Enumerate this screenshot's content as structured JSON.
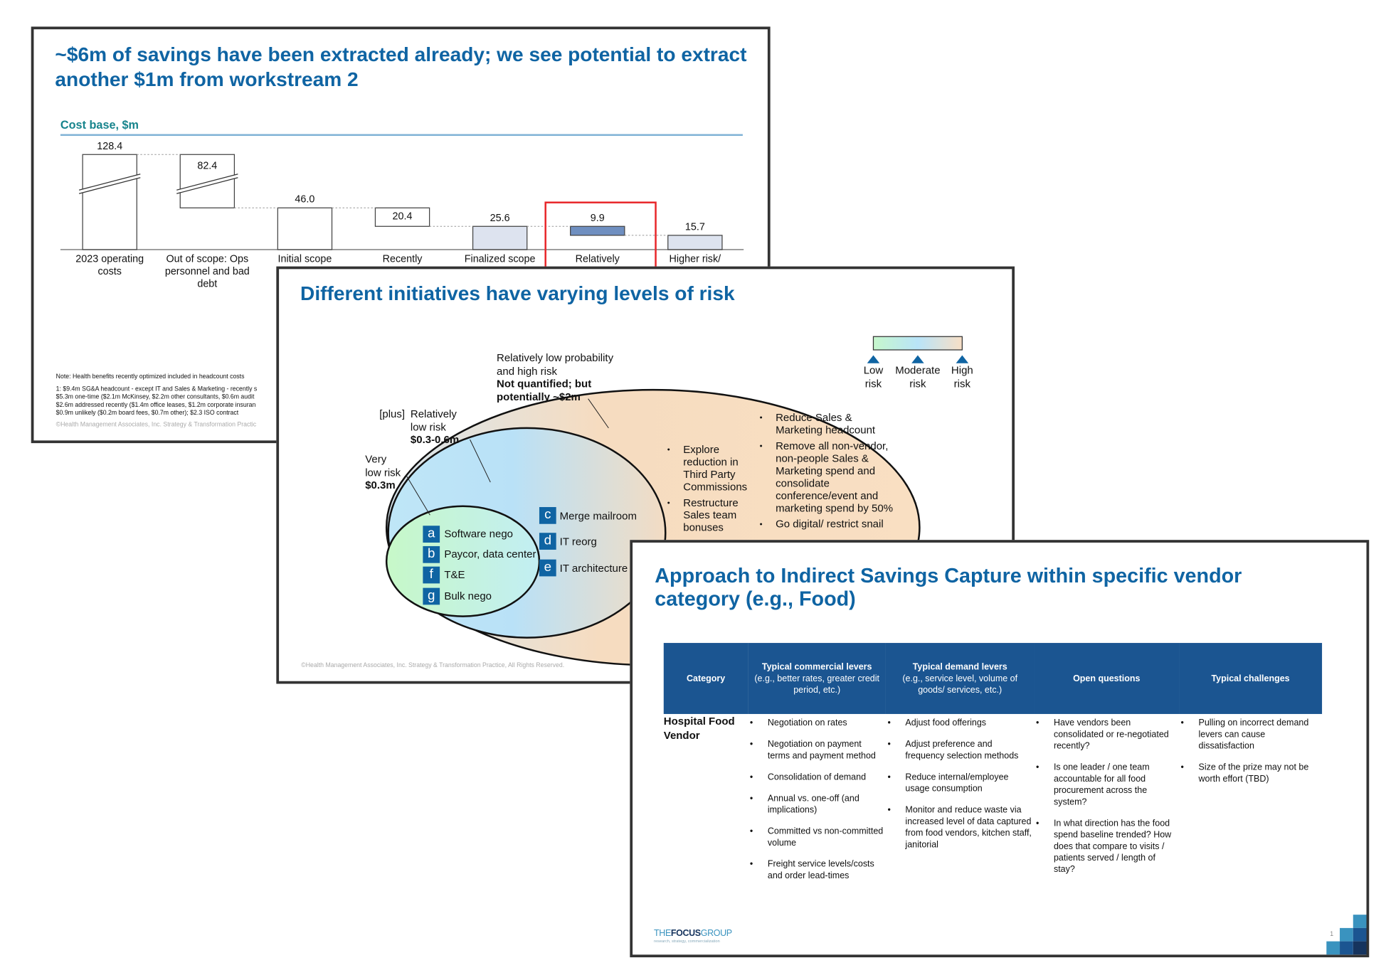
{
  "slide1": {
    "title": "~$6m of savings have been extracted already; we see potential to extract another $1m from workstream 2",
    "chart_header": "Cost base, $m",
    "note": "Note: Health benefits recently optimized included in headcount costs",
    "footnotes": [
      "1: $9.4m SG&A headcount - except IT and Sales & Marketing - recently s",
      "$5.3m one-time ($2.1m McKinsey, $2.2m other consultants, $0.6m audit",
      "$2.6m addressed recently ($1.4m office leases, $1.2m corporate insuran",
      "$0.9m unlikely ($0.2m board fees, $0.7m other); $2.3 ISO contract"
    ],
    "copyright": "©Health Management Associates, Inc. Strategy & Transformation Practic",
    "highlight_color": "#e8262a"
  },
  "chart_data": {
    "type": "bar",
    "subtype": "waterfall",
    "title": "Cost base, $m",
    "categories": [
      "2023 operating costs",
      "Out of scope: Ops personnel and bad debt",
      "Initial scope",
      "Recently",
      "Finalized scope",
      "Relatively",
      "Higher risk/"
    ],
    "values": [
      128.4,
      82.4,
      46.0,
      20.4,
      25.6,
      9.9,
      15.7
    ],
    "kinds": [
      "total",
      "decrease",
      "total",
      "decrease",
      "total",
      "decrease",
      "total"
    ],
    "axis_break": [
      true,
      true,
      false,
      false,
      false,
      false,
      false
    ],
    "highlighted": "Relatively",
    "colors": {
      "white": "#ffffff",
      "light": "#dde3ef",
      "highlight": "#6f8fc0"
    },
    "grid": false
  },
  "slide2": {
    "title": "Different initiatives have varying levels of risk",
    "legend": {
      "low": [
        "Low",
        "risk"
      ],
      "moderate": [
        "Moderate",
        "risk"
      ],
      "high": [
        "High",
        "risk"
      ]
    },
    "outer_label": [
      "Relatively low probability",
      "and high risk",
      "Not quantified; but",
      "potentially ~$2m"
    ],
    "middle_label": {
      "prefix": "[plus]",
      "lines": [
        "Relatively",
        "low risk",
        "$0.3-0.6m"
      ]
    },
    "inner_label": [
      "Very",
      "low risk",
      "$0.3m"
    ],
    "inner_items": [
      {
        "letter": "a",
        "text": "Software nego"
      },
      {
        "letter": "b",
        "text": "Paycor, data center"
      },
      {
        "letter": "f",
        "text": "T&E"
      },
      {
        "letter": "g",
        "text": "Bulk nego"
      }
    ],
    "middle_items": [
      {
        "letter": "c",
        "text": "Merge mailroom"
      },
      {
        "letter": "d",
        "text": "IT reorg"
      },
      {
        "letter": "e",
        "text": "IT architecture"
      }
    ],
    "outer_bullets_col1": [
      "Explore reduction in Third Party Commissions",
      "Restructure Sales team bonuses"
    ],
    "outer_bullets_col2": [
      "Reduce Sales & Marketing headcount",
      "Remove all non-vendor, non-people Sales & Marketing spend and consolidate conference/event and marketing spend by 50%",
      "Go digital/ restrict snail"
    ],
    "copyright": "©Health Management Associates, Inc. Strategy & Transformation Practice, All Rights Reserved."
  },
  "slide3": {
    "title": "Approach to Indirect Savings Capture within specific vendor category (e.g., Food)",
    "headers": [
      {
        "title": "Category",
        "sub": ""
      },
      {
        "title": "Typical commercial levers",
        "sub": "(e.g., better rates, greater credit period, etc.)"
      },
      {
        "title": "Typical demand levers",
        "sub": "(e.g., service level, volume of goods/ services, etc.)"
      },
      {
        "title": "Open questions",
        "sub": ""
      },
      {
        "title": "Typical challenges",
        "sub": ""
      }
    ],
    "row": {
      "category": "Hospital Food Vendor",
      "commercial": [
        "Negotiation on rates",
        "Negotiation on payment terms and payment method",
        "Consolidation of demand",
        "Annual vs. one-off (and implications)",
        "Committed vs non-committed volume",
        "Freight service levels/costs and order lead-times"
      ],
      "demand": [
        "Adjust food offerings",
        "Adjust preference and frequency selection methods",
        "Reduce internal/employee usage consumption",
        "Monitor and reduce waste via increased level of data captured from food vendors, kitchen staff, janitorial"
      ],
      "questions": [
        "Have vendors been consolidated or re-negotiated recently?",
        "Is one leader / one team accountable for all food procurement across the system?",
        "In what direction has the food spend baseline trended? How does that compare to visits / patients served / length of stay?"
      ],
      "challenges": [
        "Pulling on incorrect demand levers can cause dissatisfaction",
        "Size of the prize may not be worth effort (TBD)"
      ]
    },
    "logo": {
      "the": "THE",
      "focus": "FOCUS",
      "group": "GROUP",
      "tagline": "research, strategy, commercialization"
    },
    "page_number": "1",
    "header_color": "#1b5591"
  }
}
